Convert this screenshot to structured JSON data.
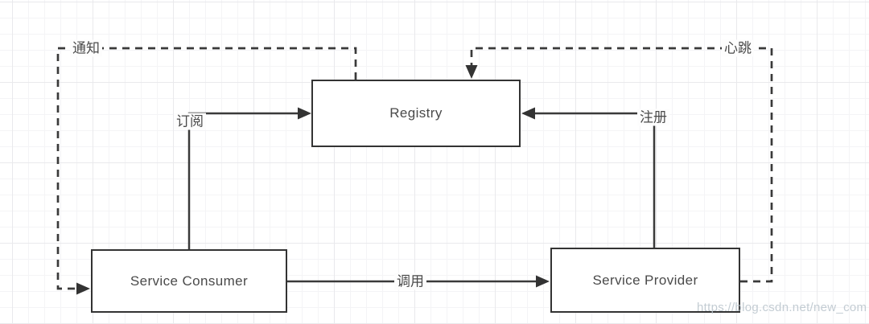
{
  "diagram": {
    "title": "service-registry-architecture",
    "nodes": {
      "registry": {
        "label": "Registry"
      },
      "consumer": {
        "label": "Service Consumer"
      },
      "provider": {
        "label": "Service Provider"
      }
    },
    "edges": {
      "subscribe": {
        "label": "订阅",
        "style": "solid",
        "from": "consumer",
        "to": "registry"
      },
      "register": {
        "label": "注册",
        "style": "solid",
        "from": "provider",
        "to": "registry"
      },
      "invoke": {
        "label": "调用",
        "style": "solid",
        "from": "consumer",
        "to": "provider"
      },
      "notify": {
        "label": "通知",
        "style": "dashed",
        "from": "registry",
        "to": "consumer"
      },
      "heartbeat": {
        "label": "心跳",
        "style": "dashed",
        "from": "provider",
        "to": "registry"
      }
    },
    "watermark": "https://blog.csdn.net/new_com",
    "colors": {
      "line": "#3a3a3a",
      "box_border": "#333333",
      "text": "#4a4a4a",
      "watermark": "#b9c3cb",
      "background": "#ffffff",
      "grid_minor": "#f4f4f6",
      "grid_major": "#e9e9ec"
    }
  }
}
